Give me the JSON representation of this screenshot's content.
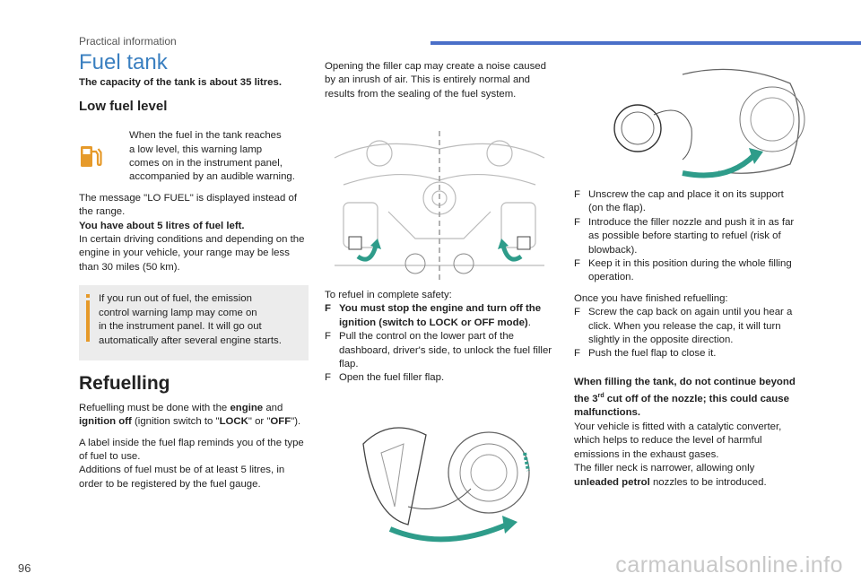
{
  "header": {
    "section": "Practical information",
    "accent_color": "#4a6fc8"
  },
  "fuel_tank": {
    "title": "Fuel tank",
    "capacity": "The capacity of the tank is about 35 litres.",
    "low_level_heading": "Low fuel level",
    "warning_lines": [
      "When the fuel in the tank reaches",
      "a low level, this warning lamp",
      "comes on in the instrument panel,",
      "accompanied by an audible warning."
    ],
    "message": "The message \"LO FUEL\" is displayed instead of the range.",
    "fuel_left": "You have about 5 litres of fuel left.",
    "range_note": "In certain driving conditions and depending on the engine in your vehicle, your range may be less than 30 miles (50 km).",
    "info_lines": [
      "If you run out of fuel, the emission",
      "control warning lamp may come on",
      "in the instrument panel. It will go out",
      "automatically after several engine starts."
    ]
  },
  "refuelling": {
    "heading": "Refuelling",
    "p1_a": "Refuelling must be done with the ",
    "p1_b": "engine",
    "p1_c": " and ",
    "p1_d": "ignition off",
    "p1_e": " (ignition switch to \"",
    "p1_f": "LOCK",
    "p1_g": "\" or \"",
    "p1_h": "OFF",
    "p1_i": "\").",
    "label_note": "A label inside the fuel flap reminds you of the type of fuel to use.",
    "additions": "Additions of fuel must be of at least 5 litres, in order to be registered by the fuel gauge."
  },
  "column2": {
    "noise": "Opening the filler cap may create a noise caused by an inrush of air. This is entirely normal and results from the sealing of the fuel system.",
    "safety_intro": "To refuel in complete safety:",
    "bullet_char": "F",
    "b1": "You must stop the engine and turn off the ignition (switch to LOCK or OFF mode)",
    "b1_end": ".",
    "b2": "Pull the control on the lower part of the dashboard, driver's side, to unlock the fuel filler flap.",
    "b3": "Open the fuel filler flap."
  },
  "column3": {
    "b1": "Unscrew the cap and place it on its support (on the flap).",
    "b2": "Introduce the filler nozzle and push it in as far as possible before starting to refuel (risk of blowback).",
    "b3": "Keep it in this position during the whole filling operation.",
    "finished_intro": "Once you have finished refuelling:",
    "b4": "Screw the cap back on again until you hear a click. When you release the cap, it will turn slightly in the opposite direction.",
    "b5": "Push the fuel flap to close it.",
    "warn_a": "When filling the tank, do not continue beyond the 3",
    "warn_sup": "rd",
    "warn_b": " cut off of the nozzle; this could cause malfunctions.",
    "catalytic": "Your vehicle is fitted with a catalytic converter, which helps to reduce the level of harmful emissions in the exhaust gases.",
    "neck_a": "The filler neck is narrower, allowing only ",
    "neck_b": "unleaded petrol",
    "neck_c": " nozzles to be introduced."
  },
  "footer": {
    "page_number": "96",
    "watermark": "carmanualsonline.info"
  },
  "colors": {
    "title_blue": "#3a7fc0",
    "warning_orange": "#e69a2a",
    "arrow_teal": "#2e9c8a"
  }
}
